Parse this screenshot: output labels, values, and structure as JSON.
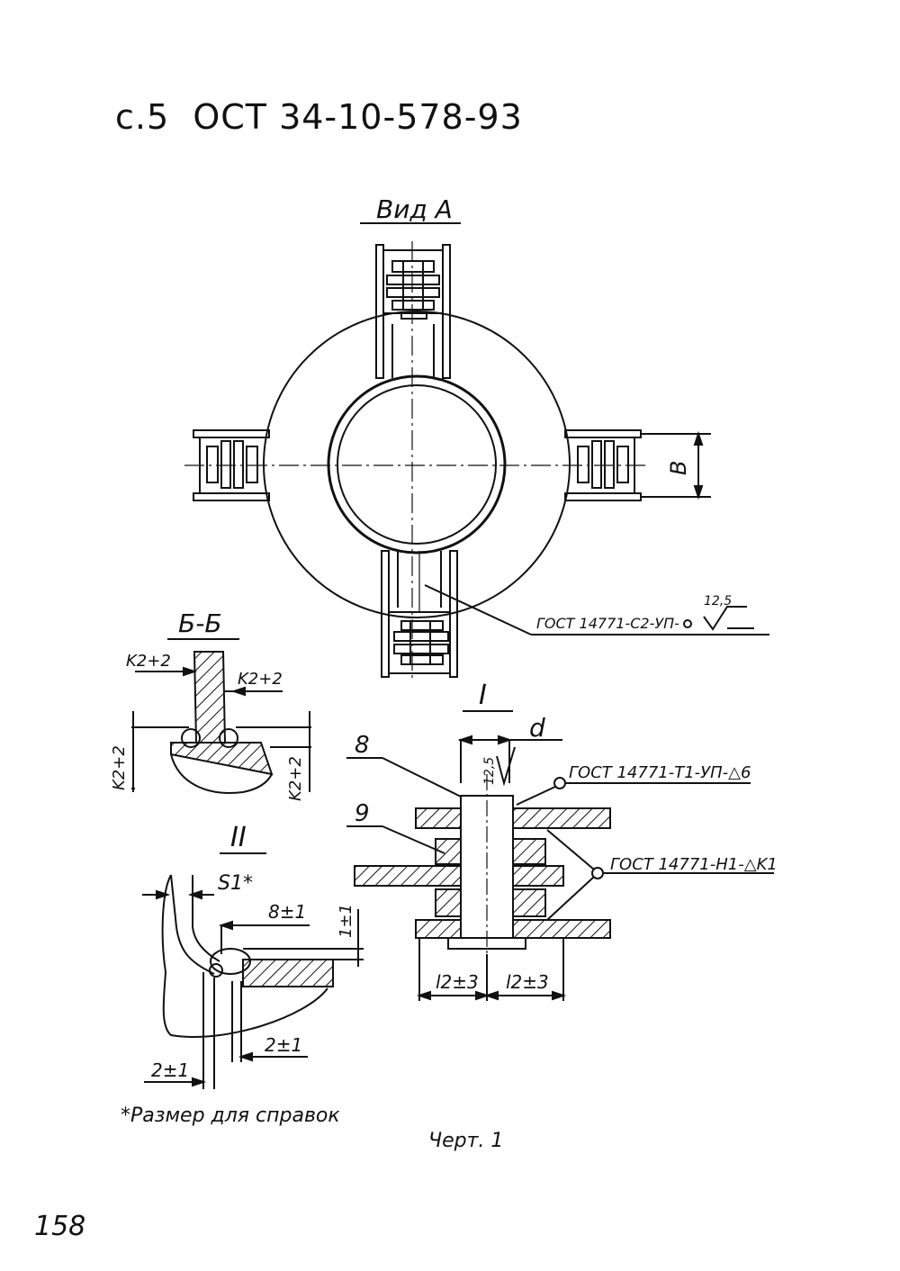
{
  "header": {
    "page_ref": "c.5",
    "doc_code": "ОСТ 34-10-578-93"
  },
  "views": {
    "view_a": {
      "title": "Вид А",
      "dim_b": "В"
    },
    "section_bb": {
      "title": "Б-Б",
      "k_top_left": "K2+2",
      "k_top_right": "K2+2",
      "k_left": "K2+2",
      "k_right": "K2+2"
    },
    "detail_1": {
      "title": "I",
      "d": "d",
      "roughness": "12,5",
      "item_8": "8",
      "item_9": "9",
      "l_left": "l2±3",
      "l_right": "l2±3"
    },
    "detail_2": {
      "title": "II",
      "s1": "S1*",
      "dim_8": "8±1",
      "dim_1": "1±1",
      "dim_2a": "2±1",
      "dim_2b": "2±1"
    }
  },
  "weld_notes": {
    "note_c2": "ГОСТ 14771-С2-УП-",
    "note_c2_rough": "12,5",
    "note_t1": "ГОСТ 14771-Т1-УП-△6",
    "note_h1": "ГОСТ 14771-Н1-△K1"
  },
  "footnote": "*Размер для справок",
  "caption": "Черт. 1",
  "page_number": "158"
}
